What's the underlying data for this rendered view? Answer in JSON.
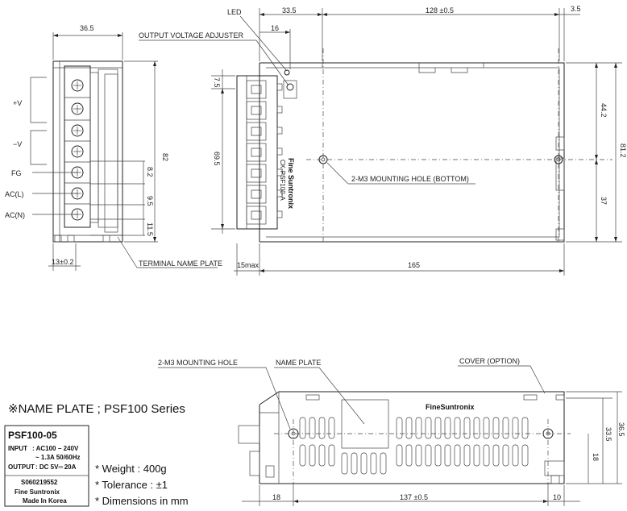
{
  "front_view": {
    "width_dim": "36.5",
    "height_dim": "82",
    "labels": {
      "plus_v": "+V",
      "minus_v": "−V",
      "fg": "FG",
      "acl": "AC(L)",
      "acn": "AC(N)"
    },
    "pitch_dims": [
      "8.2",
      "9.5",
      "11.5"
    ],
    "bottom_dim": "13±0.2"
  },
  "top_view": {
    "callouts": {
      "led": "LED",
      "adjuster": "OUTPUT VOLTAGE ADJUSTER",
      "terminal_plate": "TERMINAL NAME PLATE",
      "mount_hole": "2-M3 MOUNTING HOLE (BOTTOM)"
    },
    "dims": {
      "d33_5": "33.5",
      "d128": "128 ±0.5",
      "d3_5": "3.5",
      "d16": "16",
      "d7_5": "7.5",
      "d69_5": "69.5",
      "d44_2": "44.2",
      "d81_2": "81.2",
      "d37": "37",
      "d15max": "15max",
      "d165": "165"
    },
    "brand_label": "Fine Suntronix",
    "model_label": "CK-PSF100-A"
  },
  "side_view": {
    "callouts": {
      "mount_hole": "2-M3 MOUNTING HOLE",
      "name_plate": "NAME PLATE",
      "cover": "COVER (OPTION)"
    },
    "brand": "FineSuntronix",
    "dims": {
      "d36_5": "36.5",
      "d33_5": "33.5",
      "d18v": "18",
      "d18h": "18",
      "d137": "137 ±0.5",
      "d10": "10"
    }
  },
  "name_plate": {
    "heading": "※NAME PLATE ; PSF100 Series",
    "model": "PSF100-05",
    "input_label": "INPUT",
    "input_value": ": AC100 − 240V",
    "input_value2": "~ 1.3A  50/60Hz",
    "output_label": "OUTPUT",
    "output_value": ": DC 5V═ 20A",
    "serial": "S060219552",
    "maker": "Fine Suntronix",
    "origin": "Made In Korea"
  },
  "specs": {
    "weight": "* Weight : 400g",
    "tolerance": "* Tolerance : ±1",
    "dimensions": "* Dimensions in mm"
  }
}
